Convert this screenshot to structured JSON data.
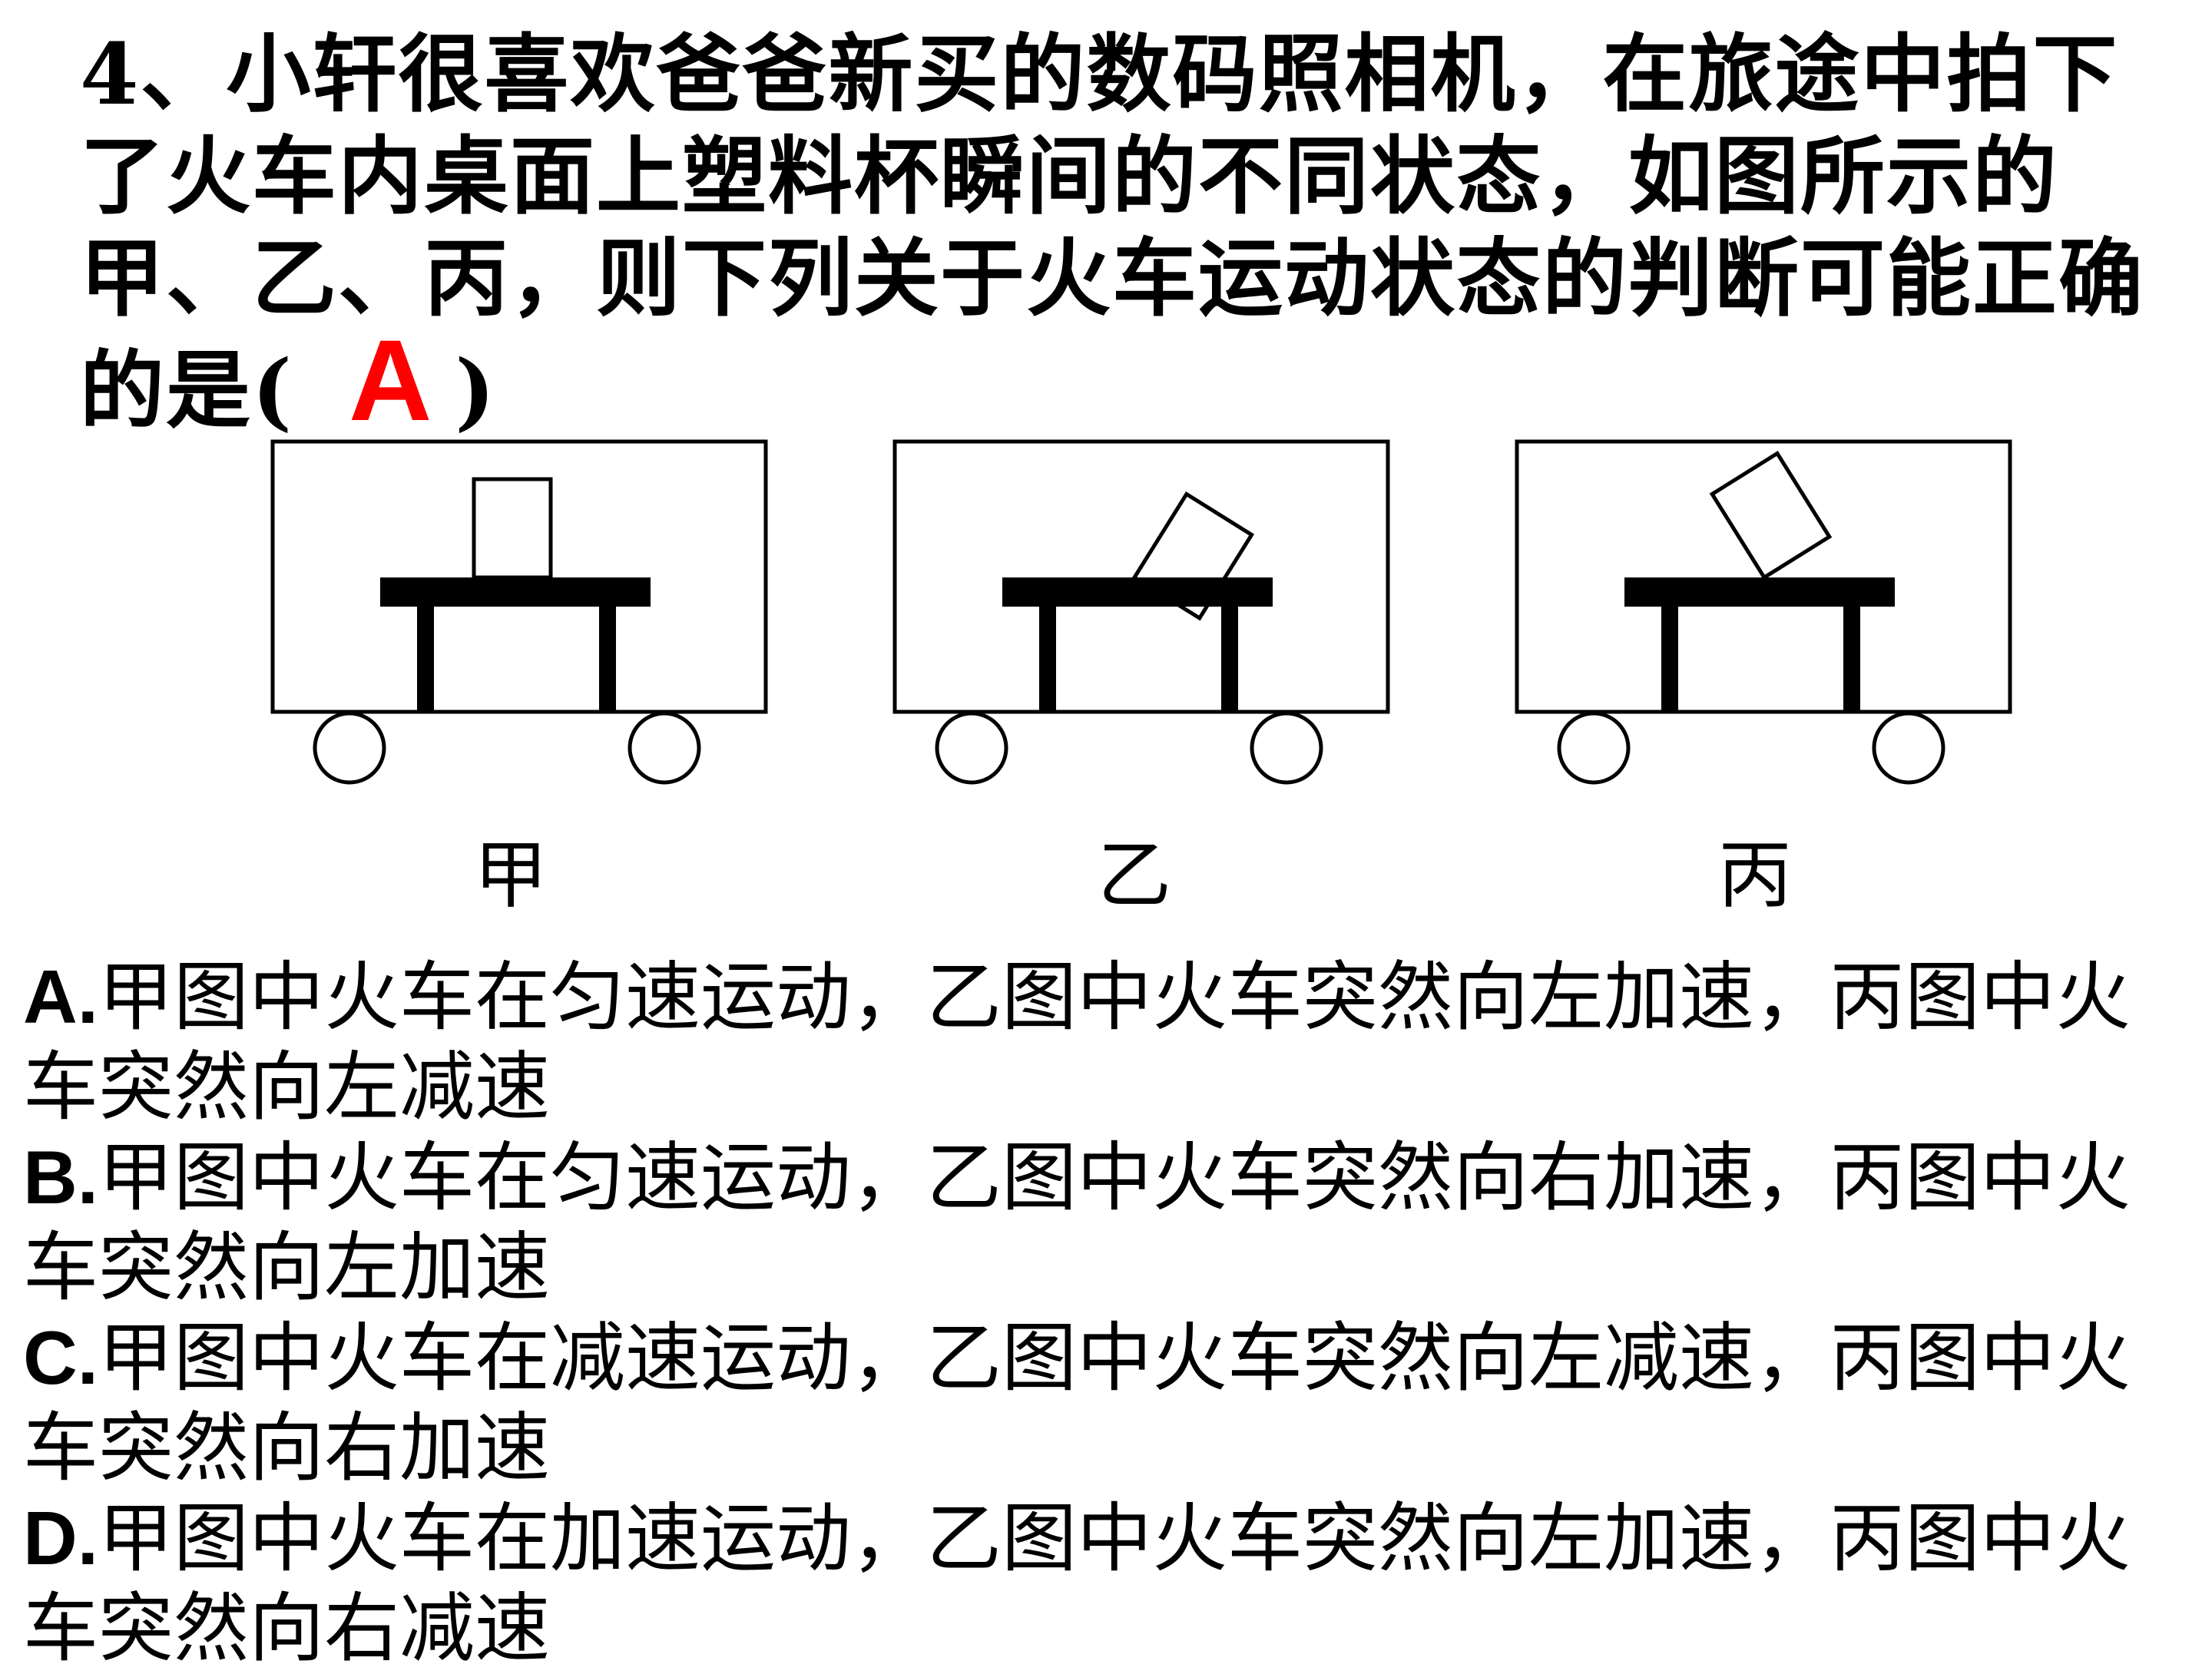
{
  "question": {
    "text": "4、小轩很喜欢爸爸新买的数码照相机，在旅途中拍下了火车内桌面上塑料杯瞬间的不同状态，如图所示的甲、乙、丙，则下列关于火车运动状态的判断可能正确的是(",
    "answer": "A",
    "closing": ")"
  },
  "figures": [
    {
      "label": "甲",
      "cup_tilt_deg": 0
    },
    {
      "label": "乙",
      "cup_tilt_deg": 32
    },
    {
      "label": "丙",
      "cup_tilt_deg": -32
    }
  ],
  "options": [
    {
      "letter": "A.",
      "text": "甲图中火车在匀速运动，乙图中火车突然向左加速，丙图中火车突然向左减速"
    },
    {
      "letter": "B.",
      "text": "甲图中火车在匀速运动，乙图中火车突然向右加速，丙图中火车突然向左加速"
    },
    {
      "letter": "C.",
      "text": "甲图中火车在减速运动，乙图中火车突然向左减速，丙图中火车突然向右加速"
    },
    {
      "letter": "D.",
      "text": "甲图中火车在加速运动，乙图中火车突然向左加速，丙图中火车突然向右减速"
    }
  ]
}
